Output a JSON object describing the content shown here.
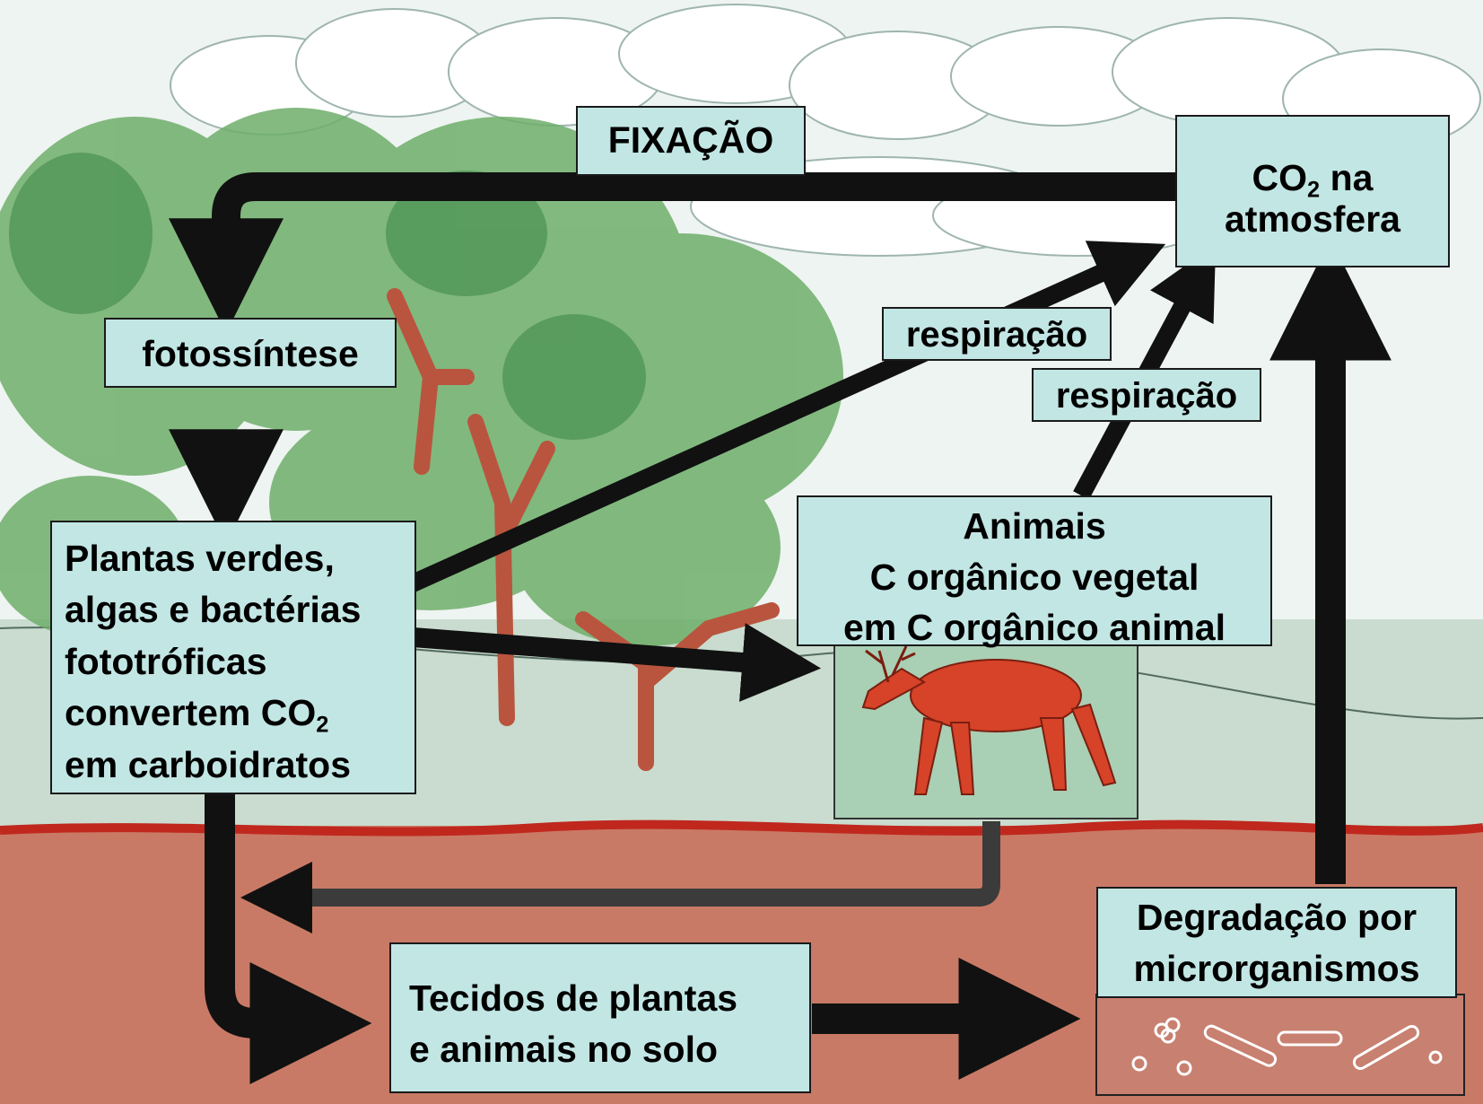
{
  "labels": {
    "fixacao": "FIXAÇÃO",
    "co2_prefix": "CO",
    "co2_sub": "2",
    "co2_suffix": " na",
    "co2_line2": "atmosfera",
    "fotossintese": "fotossíntese",
    "respiracao_1": "respiração",
    "respiracao_2": "respiração",
    "plantas_line1": "Plantas verdes,",
    "plantas_line2": "algas e bactérias",
    "plantas_line3": "fototróficas",
    "plantas_line4_prefix": "convertem CO",
    "plantas_line4_sub": "2",
    "plantas_line5": "em carboidratos",
    "animais_line1": "Animais",
    "animais_line2": "C orgânico vegetal",
    "animais_line3": "em C orgânico animal",
    "degradacao_line1": "Degradação por",
    "degradacao_line2": "microrganismos",
    "tecidos_line1": "Tecidos de plantas",
    "tecidos_line2": "e animais no solo"
  },
  "colors": {
    "sky": "#eef4f1",
    "ground": "#c9dccf",
    "soil": "#c97a66",
    "soil_line": "#c0281e",
    "arrow": "#111111",
    "label_bg": "#c2e6e4",
    "foliage": "#6fae6a",
    "trunk": "#b9553e",
    "deer": "#d64328"
  }
}
